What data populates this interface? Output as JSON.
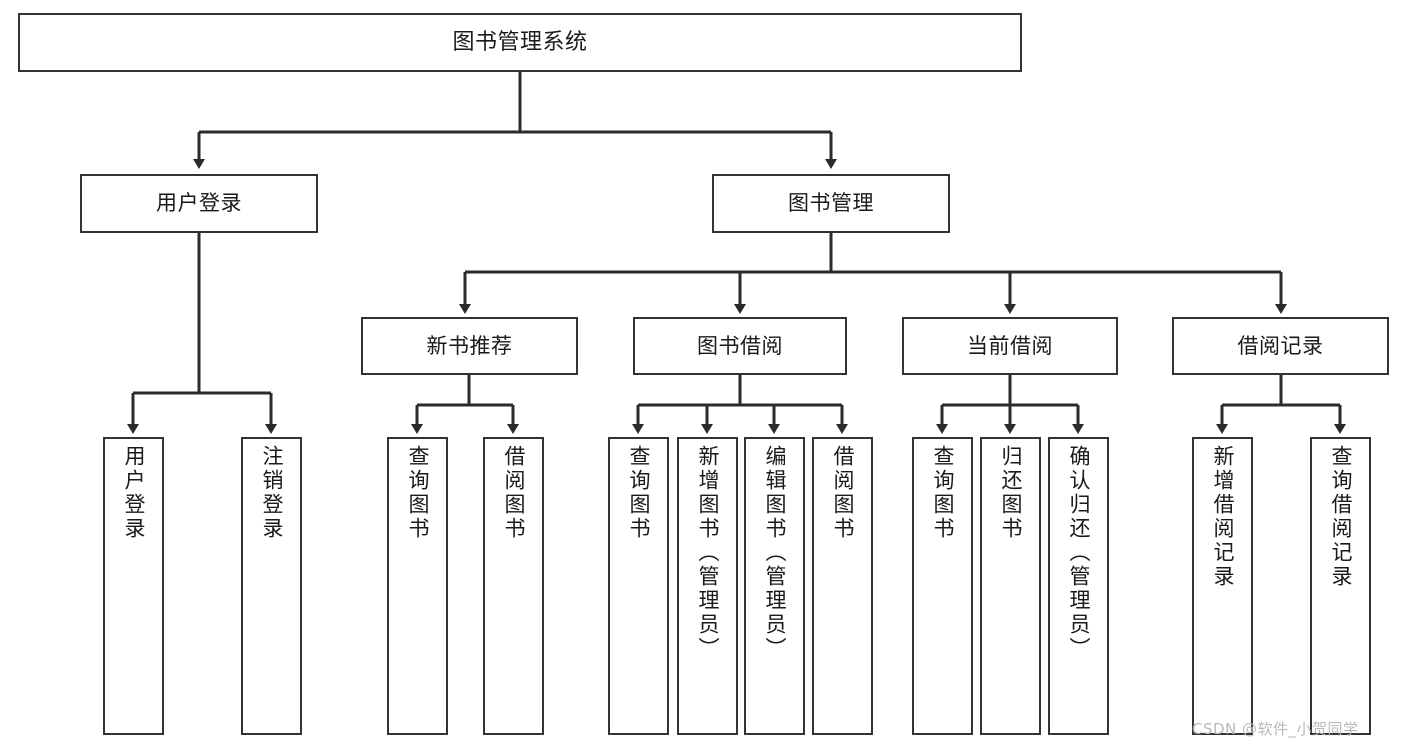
{
  "diagram": {
    "type": "tree",
    "title": "图书管理系统",
    "orientation": "top-down",
    "colors": {
      "background": "#ffffff",
      "box_border": "#333333",
      "box_fill": "#ffffff",
      "connector": "#2b2b2b",
      "text": "#1a1a1a",
      "watermark": "#b9b9b9"
    }
  },
  "nodes": {
    "root": {
      "label": "图书管理系统"
    },
    "level1": [
      {
        "label": "用户登录"
      },
      {
        "label": "图书管理"
      }
    ],
    "level2": [
      {
        "label": "新书推荐"
      },
      {
        "label": "图书借阅"
      },
      {
        "label": "当前借阅"
      },
      {
        "label": "借阅记录"
      }
    ],
    "leaves": {
      "user_login": [
        {
          "label": "用户登录"
        },
        {
          "label": "注销登录"
        }
      ],
      "new_book_recommend": [
        {
          "label": "查询图书"
        },
        {
          "label": "借阅图书"
        }
      ],
      "book_borrow": [
        {
          "label": "查询图书"
        },
        {
          "label": "新增图书（管理员）"
        },
        {
          "label": "编辑图书（管理员）"
        },
        {
          "label": "借阅图书"
        }
      ],
      "current_borrow": [
        {
          "label": "查询图书"
        },
        {
          "label": "归还图书"
        },
        {
          "label": "确认归还（管理员）"
        }
      ],
      "borrow_record": [
        {
          "label": "新增借阅记录"
        },
        {
          "label": "查询借阅记录"
        }
      ]
    }
  },
  "watermark": {
    "text": "CSDN @软件_小贺同学"
  }
}
